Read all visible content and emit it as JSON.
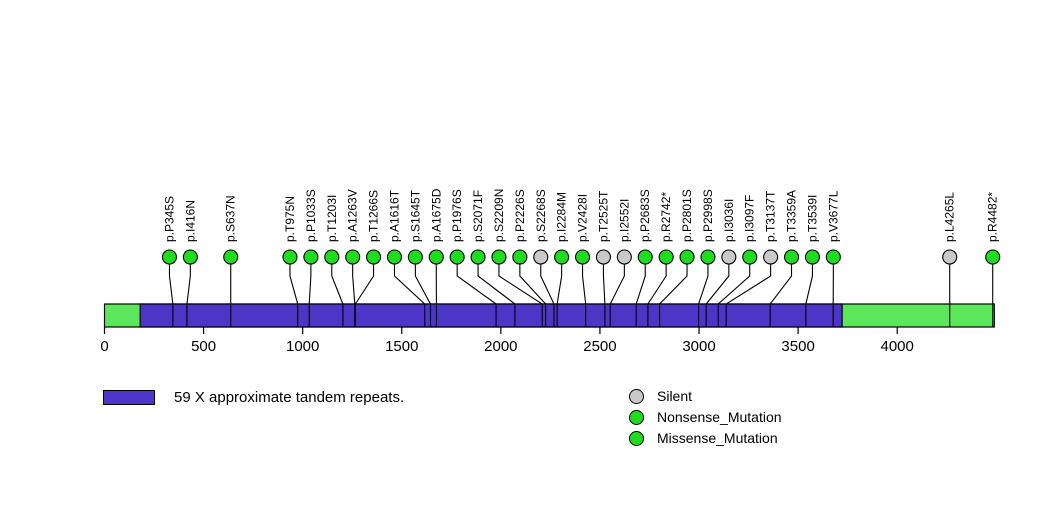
{
  "chart_data": {
    "type": "lollipop",
    "title": "",
    "protein_length": 4490,
    "backbone_color": "#5CE65C",
    "axis": {
      "ticks": [
        0,
        500,
        1000,
        1500,
        2000,
        2500,
        3000,
        3500,
        4000
      ],
      "tick_labels": [
        "0",
        "500",
        "1000",
        "1500",
        "2000",
        "2500",
        "3000",
        "3500",
        "4000"
      ]
    },
    "domains": [
      {
        "name": "59 X approximate tandem repeats.",
        "start": 180,
        "end": 3722,
        "color": "#4D35C8"
      }
    ],
    "mutation_type_colors": {
      "Silent": "#C9C9C9",
      "Nonsense_Mutation": "#1EDC1E",
      "Missense_Mutation": "#1EDC1E"
    },
    "mutations": [
      {
        "label": "p.P345S",
        "pos": 345,
        "type": "Missense_Mutation"
      },
      {
        "label": "p.I416N",
        "pos": 416,
        "type": "Missense_Mutation"
      },
      {
        "label": "p.S637N",
        "pos": 637,
        "type": "Missense_Mutation"
      },
      {
        "label": "p.T975N",
        "pos": 975,
        "type": "Missense_Mutation"
      },
      {
        "label": "p.P1033S",
        "pos": 1033,
        "type": "Missense_Mutation"
      },
      {
        "label": "p.T1203I",
        "pos": 1203,
        "type": "Missense_Mutation"
      },
      {
        "label": "p.A1263V",
        "pos": 1263,
        "type": "Missense_Mutation"
      },
      {
        "label": "p.T1266S",
        "pos": 1266,
        "type": "Missense_Mutation"
      },
      {
        "label": "p.A1616T",
        "pos": 1616,
        "type": "Missense_Mutation"
      },
      {
        "label": "p.S1645T",
        "pos": 1645,
        "type": "Missense_Mutation"
      },
      {
        "label": "p.A1675D",
        "pos": 1675,
        "type": "Missense_Mutation"
      },
      {
        "label": "p.P1976S",
        "pos": 1976,
        "type": "Missense_Mutation"
      },
      {
        "label": "p.S2071F",
        "pos": 2071,
        "type": "Missense_Mutation"
      },
      {
        "label": "p.S2209N",
        "pos": 2209,
        "type": "Missense_Mutation"
      },
      {
        "label": "p.P2226S",
        "pos": 2226,
        "type": "Missense_Mutation"
      },
      {
        "label": "p.S2268S",
        "pos": 2268,
        "type": "Silent"
      },
      {
        "label": "p.I2284M",
        "pos": 2284,
        "type": "Missense_Mutation"
      },
      {
        "label": "p.V2428I",
        "pos": 2428,
        "type": "Missense_Mutation"
      },
      {
        "label": "p.T2525T",
        "pos": 2525,
        "type": "Silent"
      },
      {
        "label": "p.I2552I",
        "pos": 2552,
        "type": "Silent"
      },
      {
        "label": "p.P2683S",
        "pos": 2683,
        "type": "Missense_Mutation"
      },
      {
        "label": "p.R2742*",
        "pos": 2742,
        "type": "Nonsense_Mutation"
      },
      {
        "label": "p.P2801S",
        "pos": 2801,
        "type": "Missense_Mutation"
      },
      {
        "label": "p.P2998S",
        "pos": 2998,
        "type": "Missense_Mutation"
      },
      {
        "label": "p.I3036I",
        "pos": 3036,
        "type": "Silent"
      },
      {
        "label": "p.I3097F",
        "pos": 3097,
        "type": "Missense_Mutation"
      },
      {
        "label": "p.T3137T",
        "pos": 3137,
        "type": "Silent"
      },
      {
        "label": "p.T3359A",
        "pos": 3359,
        "type": "Missense_Mutation"
      },
      {
        "label": "p.T3539I",
        "pos": 3539,
        "type": "Missense_Mutation"
      },
      {
        "label": "p.V3677L",
        "pos": 3677,
        "type": "Missense_Mutation"
      },
      {
        "label": "p.L4265L",
        "pos": 4265,
        "type": "Silent"
      },
      {
        "label": "p.R4482*",
        "pos": 4482,
        "type": "Nonsense_Mutation"
      }
    ]
  },
  "legend": {
    "domain_label": "59 X approximate tandem repeats.",
    "items": [
      {
        "label": "Silent",
        "color": "#C9C9C9"
      },
      {
        "label": "Nonsense_Mutation",
        "color": "#1EDC1E"
      },
      {
        "label": "Missense_Mutation",
        "color": "#1EDC1E"
      }
    ]
  }
}
